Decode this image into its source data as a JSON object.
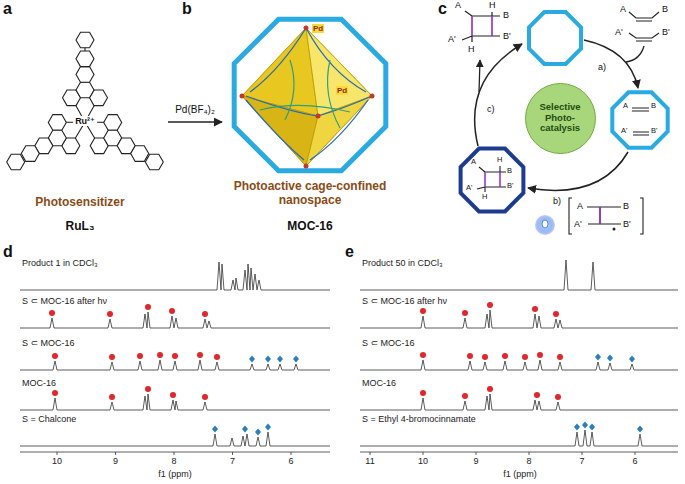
{
  "diagram": {
    "nodes": [
      {
        "text": [
          "Selective Photo-catalysis"
        ]
      }
    ],
    "labels": [
      "a",
      "Ru²⁺",
      "Photosensitizer",
      "RuL₃",
      "Pd(BF₄)₂",
      "b",
      "Pd",
      "Pd",
      "Photoactive cage-confined nanospace",
      "MOC-16",
      "c",
      "A",
      "H",
      "B",
      "A'",
      "B'",
      "H",
      "A",
      "B",
      "A'",
      "B'",
      "a)",
      "A",
      "B",
      "A'",
      "B'",
      "b)",
      "A",
      "B",
      "A'",
      "B'",
      "c)",
      "A",
      "H",
      "B",
      "A'",
      "B'",
      "H",
      "d",
      "Product 1 in CDCl₃",
      "S ⊂ MOC-16 after hν",
      "S ⊂ MOC-16",
      "MOC-16",
      "S = Chalcone",
      "10",
      "9",
      "8",
      "7",
      "6",
      "f1 (ppm)",
      "e",
      "Product 50 in CDCl₃",
      "S ⊂ MOC-16 after hν",
      "S ⊂ MOC-16",
      "MOC-16",
      "S = Ethyl 4-bromocinnamate",
      "11",
      "10",
      "9",
      "8",
      "7",
      "6",
      "f1 (ppm)"
    ]
  }
}
